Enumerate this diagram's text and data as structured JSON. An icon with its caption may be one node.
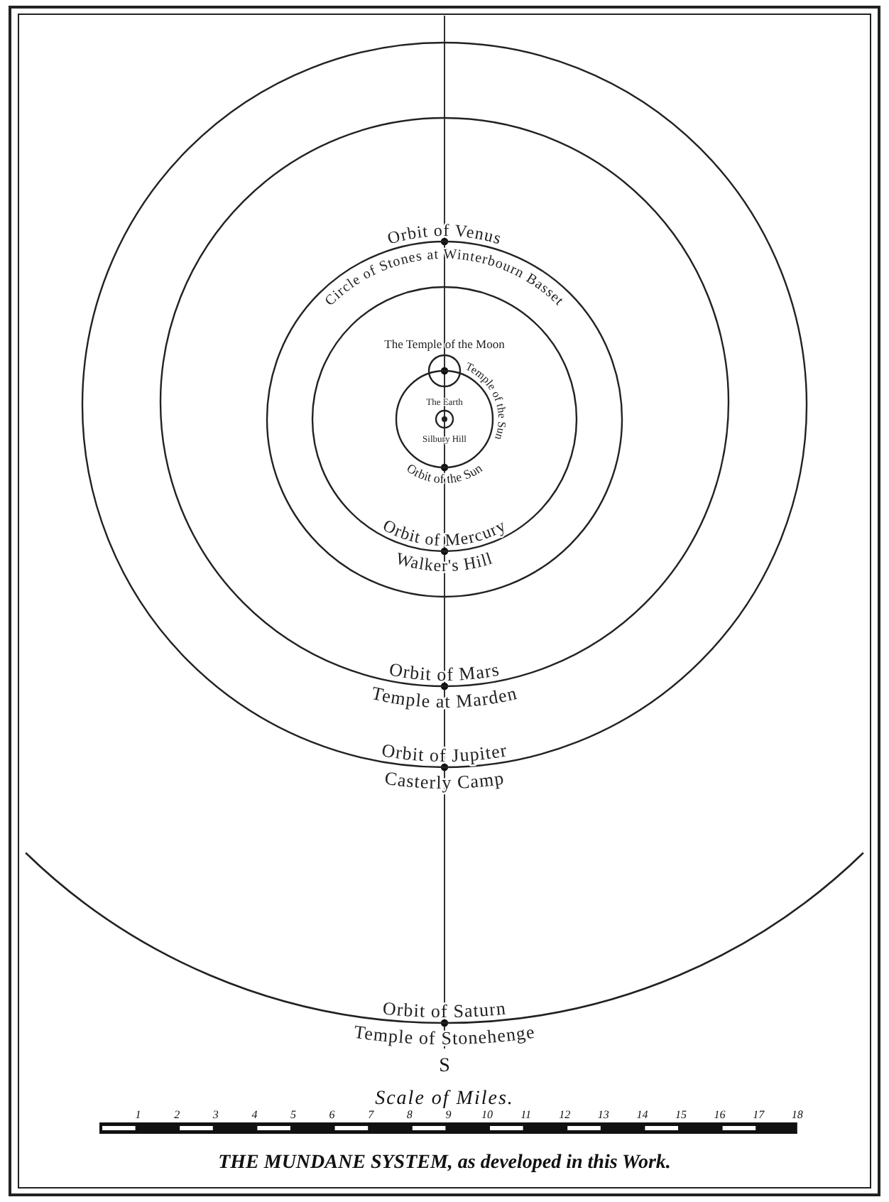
{
  "diagram": {
    "caption": "THE MUNDANE SYSTEM, as developed in this Work.",
    "nodes": [
      {
        "text": [
          "Orbit of Saturn"
        ],
        "beside": [
          "Temple of Stonehenge"
        ]
      },
      {
        "text": [
          "Orbit of Jupiter"
        ],
        "beside": [
          "Casterly Camp"
        ],
        "in": 0
      },
      {
        "text": [
          "Orbit of Mars"
        ],
        "beside": [
          "Temple at Marden"
        ],
        "in": 1
      },
      {
        "text": [
          "Orbit of Venus"
        ],
        "beside": [
          "Circle of Stones at Winterbourn Basset"
        ],
        "in": 2
      },
      {
        "text": [
          "Orbit of Mercury"
        ],
        "beside": [
          "Walker's Hill"
        ],
        "in": 3
      },
      {
        "text": [
          "Orbit of the Sun"
        ],
        "beside": [
          "Temple of the Sun"
        ],
        "in": 4
      },
      {
        "text": [
          "The Temple of the Moon"
        ],
        "in": 4
      },
      {
        "text": [
          "The Earth"
        ],
        "beside": [
          "Silbury Hill"
        ],
        "in": 5
      }
    ],
    "labels": [
      "S",
      "Scale of Miles.",
      "1",
      "2",
      "3",
      "4",
      "5",
      "6",
      "7",
      "8",
      "9",
      "10",
      "11",
      "12",
      "13",
      "14",
      "15",
      "16",
      "17",
      "18"
    ]
  }
}
